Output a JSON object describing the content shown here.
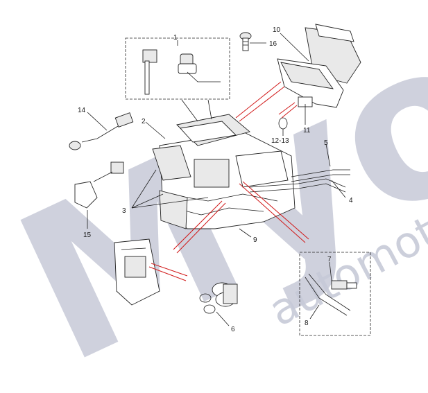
{
  "watermark": {
    "brand": "Myon",
    "subtitle": "automotive",
    "color": "#c7cad8"
  },
  "callouts": {
    "c1": "1",
    "c2": "2",
    "c3": "3",
    "c4": "4",
    "c5": "5",
    "c6": "6",
    "c7": "7",
    "c8": "8",
    "c9": "9",
    "c10": "10",
    "c11": "11",
    "c12_13": "12-13",
    "c14": "14",
    "c15": "15",
    "c16": "16"
  },
  "colors": {
    "lines": "#1a1a1a",
    "indicator": "#d11a1a"
  }
}
